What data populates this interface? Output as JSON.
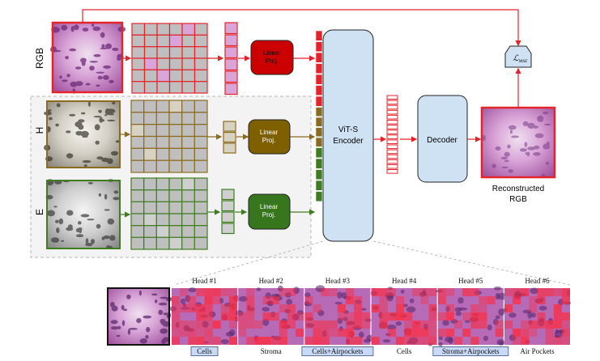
{
  "labels": {
    "rgb": "RGB",
    "h": "H",
    "e": "E",
    "linear_line1": "Linear",
    "linear_line2": "Proj.",
    "encoder_line1": "ViT-S",
    "encoder_line2": "Encoder",
    "decoder": "Decoder",
    "loss_main": "ℒ",
    "loss_sub": "MSE",
    "reconstructed_line1": "Reconstructed",
    "reconstructed_line2": "RGB"
  },
  "heads": [
    {
      "title": "Head #1",
      "caption": "Cells",
      "boxed": true
    },
    {
      "title": "Head #2",
      "caption": "Stroma",
      "boxed": false
    },
    {
      "title": "Head #3",
      "caption": "Cells+Airpockets",
      "boxed": true
    },
    {
      "title": "Head #4",
      "caption": "Cells",
      "boxed": false
    },
    {
      "title": "Head #5",
      "caption": "Stroma+Airpockets",
      "boxed": true
    },
    {
      "title": "Head #6",
      "caption": "Air Pockets",
      "boxed": false
    }
  ],
  "colors": {
    "rgb": "#e3242b",
    "h": "#8b6b1f",
    "e": "#3f7d20",
    "rgb_proj": "#cc0000",
    "h_proj": "#7f6000",
    "e_proj": "#38761d",
    "encoder": "#cfe2f3",
    "panel": "#f3f3f3",
    "mask": "#bfbfbf",
    "tissue": "#c77dc6"
  }
}
